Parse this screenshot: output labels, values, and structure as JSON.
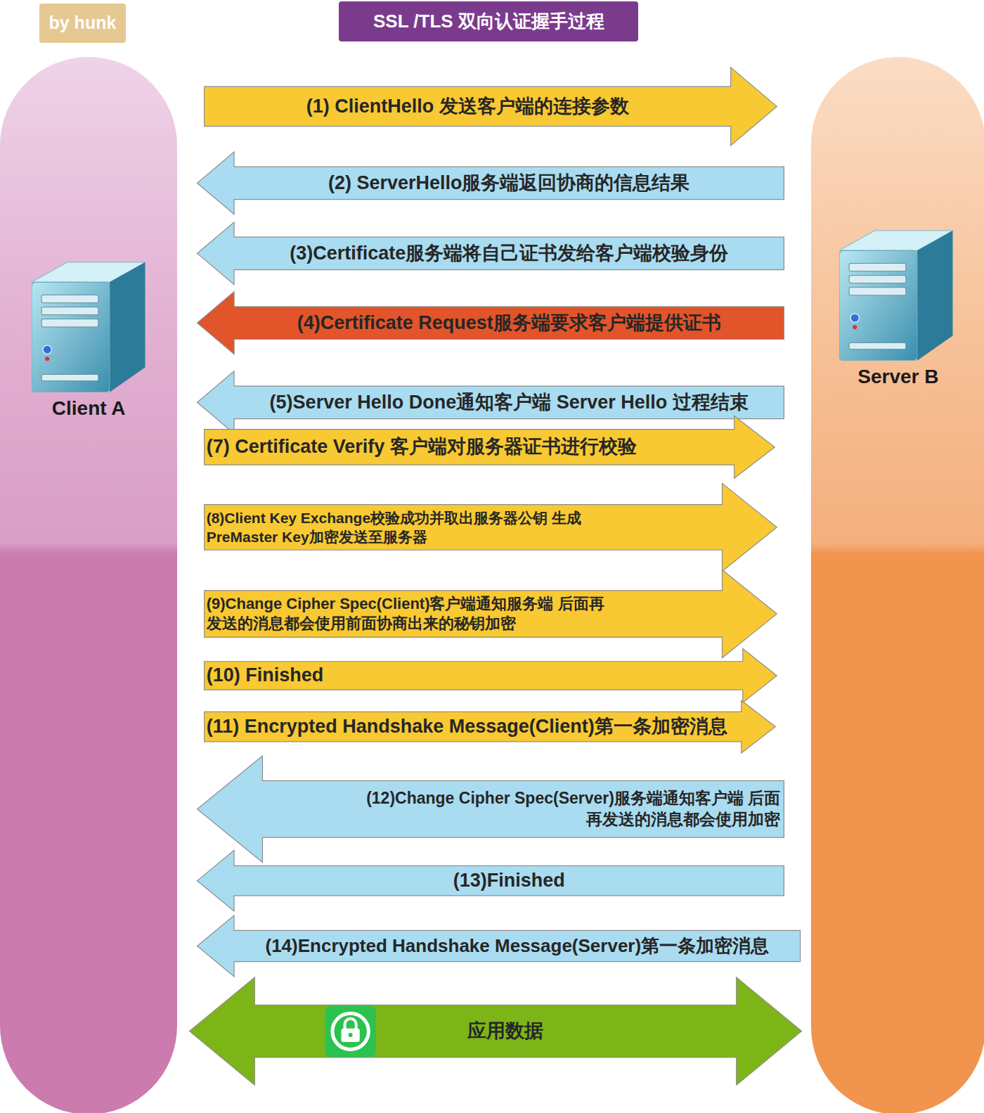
{
  "diagram": {
    "title": "SSL /TLS 双向认证握手过程",
    "nodes": [
      {
        "text": [
          "Client A"
        ]
      },
      {
        "text": [
          "Server B"
        ]
      }
    ],
    "edges": [
      {
        "from": 0,
        "to": 1,
        "arrow": "to",
        "label": "(1) ClientHello 发送客户端的连接参数"
      },
      {
        "from": 1,
        "to": 0,
        "arrow": "to",
        "label": "(2) ServerHello服务端返回协商的信息结果"
      },
      {
        "from": 1,
        "to": 0,
        "arrow": "to",
        "label": "(3)Certificate服务端将自己证书发给客户端校验身份"
      },
      {
        "from": 1,
        "to": 0,
        "arrow": "to",
        "label": "(4)Certificate Request服务端要求客户端提供证书"
      },
      {
        "from": 1,
        "to": 0,
        "arrow": "to",
        "label": "(5)Server Hello Done通知客户端 Server Hello 过程结束"
      },
      {
        "from": 0,
        "to": 1,
        "arrow": "to",
        "label": "(7) Certificate Verify 客户端对服务器证书进行校验"
      },
      {
        "from": 0,
        "to": 1,
        "arrow": "to",
        "label": "(8)Client Key Exchange校验成功并取出服务器公钥 生成PreMaster Key加密发送至服务器"
      },
      {
        "from": 0,
        "to": 1,
        "arrow": "to",
        "label": "(9)Change Cipher Spec(Client)客户端通知服务端 后面再发送的消息都会使用前面协商出来的秘钥加密"
      },
      {
        "from": 0,
        "to": 1,
        "arrow": "to",
        "label": "(10) Finished"
      },
      {
        "from": 0,
        "to": 1,
        "arrow": "to",
        "label": "(11) Encrypted Handshake Message(Client)第一条加密消息"
      },
      {
        "from": 1,
        "to": 0,
        "arrow": "to",
        "label": "(12)Change Cipher Spec(Server)服务端通知客户端 后面再发送的消息都会使用加密"
      },
      {
        "from": 1,
        "to": 0,
        "arrow": "to",
        "label": "(13)Finished"
      },
      {
        "from": 1,
        "to": 0,
        "arrow": "to",
        "label": "(14)Encrypted Handshake Message(Server)第一条加密消息"
      },
      {
        "from": 0,
        "to": 1,
        "arrow": "both",
        "label": "应用数据"
      }
    ],
    "labels": [
      "by hunk"
    ]
  }
}
